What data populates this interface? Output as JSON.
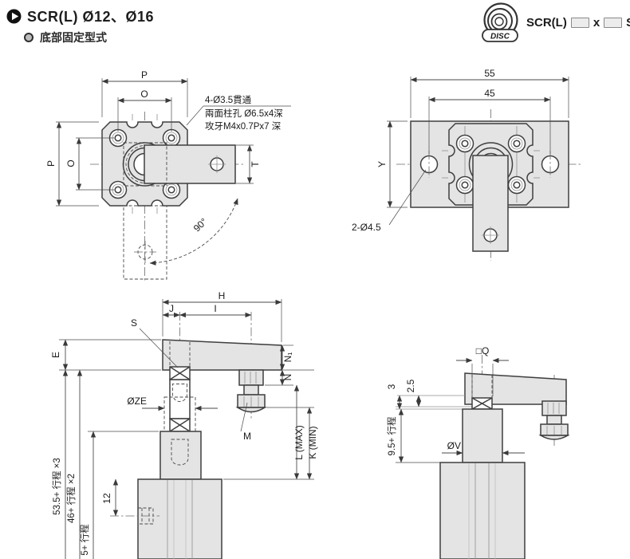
{
  "header": {
    "title": "SCR(L)  Ø12、Ø16",
    "subtitle": "底部固定型式",
    "logo_badge": "DISC",
    "model": {
      "prefix": "SCR(L)",
      "x": "x",
      "suffix": "ST"
    }
  },
  "colors": {
    "body_fill": "#e4e4e4",
    "outline": "#3f3f3f",
    "dim_line": "#4a4a4a"
  },
  "drawings": {
    "top_view": {
      "p_top": "P",
      "o_top": "O",
      "p_left": "P",
      "o_left": "O",
      "t": "T",
      "angle": "90°",
      "callout": [
        "4-Ø3.5貫通",
        "兩面柱孔 Ø6.5x4深",
        "攻牙M4x0.7Px7 深"
      ]
    },
    "plate_view": {
      "width": "55",
      "hole_span": "45",
      "y": "Y",
      "holes": "2-Ø4.5"
    },
    "side_view": {
      "h": "H",
      "j": "J",
      "i": "I",
      "s": "S",
      "e": "E",
      "zze": "ØZE",
      "n1": "N₁",
      "n": "N",
      "m": "M",
      "l_max": "L (MAX)",
      "k_min": "K (MIN)",
      "port_offset": "12",
      "stroke3": "53.5+ 行程 ×3",
      "stroke2": "46+ 行程 ×2",
      "stroke1": "5+ 行程"
    },
    "front_view": {
      "q": "□Q",
      "d3": "3",
      "d25": "2.5",
      "stroke": "9.5+ 行程",
      "v": "ØV"
    }
  }
}
